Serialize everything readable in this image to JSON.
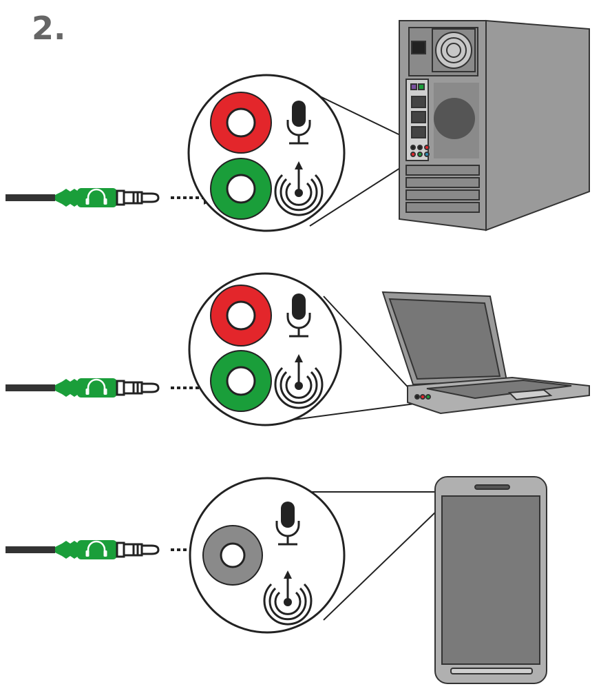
{
  "step": {
    "number": "2."
  },
  "colors": {
    "plug_green": "#1a9e3a",
    "jack_red": "#e3262b",
    "jack_green": "#1a9e3a",
    "jack_gray": "#8a8a8a",
    "device_gray": "#9a9a9a",
    "device_dark": "#6e6e6e",
    "cable": "#333333",
    "outline": "#222222"
  },
  "rows": [
    {
      "device": "desktop-tower",
      "jacks": [
        "red",
        "green"
      ],
      "icons": [
        "microphone-icon",
        "headphone-output-icon"
      ]
    },
    {
      "device": "laptop",
      "jacks": [
        "red",
        "green"
      ],
      "icons": [
        "microphone-icon",
        "headphone-output-icon"
      ]
    },
    {
      "device": "smartphone",
      "jacks": [
        "gray"
      ],
      "icons": [
        "microphone-icon",
        "headphone-output-icon"
      ]
    }
  ],
  "plug_icon": "headphones-icon"
}
